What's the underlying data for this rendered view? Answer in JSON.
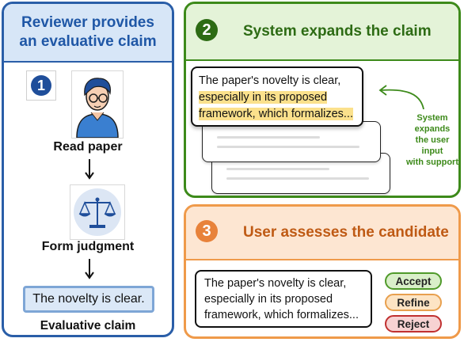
{
  "colors": {
    "blue": "#2a5ea8",
    "green": "#3d8a1a",
    "orange": "#ef9a4a"
  },
  "step1": {
    "number": "1",
    "title_line1": "Reviewer provides",
    "title_line2": "an evaluative claim",
    "read_label": "Read paper",
    "judge_label": "Form judgment",
    "claim_text": "The novelty is clear.",
    "claim_label": "Evaluative claim",
    "icons": [
      "person-icon",
      "scale-icon",
      "down-arrow-icon"
    ]
  },
  "step2": {
    "number": "2",
    "title": "System expands the claim",
    "text_plain": "The paper's novelty is clear,",
    "text_hl1": "especially in its proposed",
    "text_hl2": "framework, which formalizes...",
    "note_line1": "System expands",
    "note_line2": "the user input",
    "note_line3": "with support",
    "icons": [
      "curved-arrow-icon"
    ]
  },
  "step3": {
    "number": "3",
    "title": "User assesses the candidate",
    "line1": "The paper's novelty is clear,",
    "line2": "especially in its proposed",
    "line3": "framework, which formalizes...",
    "accept_label": "Accept",
    "refine_label": "Refine",
    "reject_label": "Reject"
  }
}
